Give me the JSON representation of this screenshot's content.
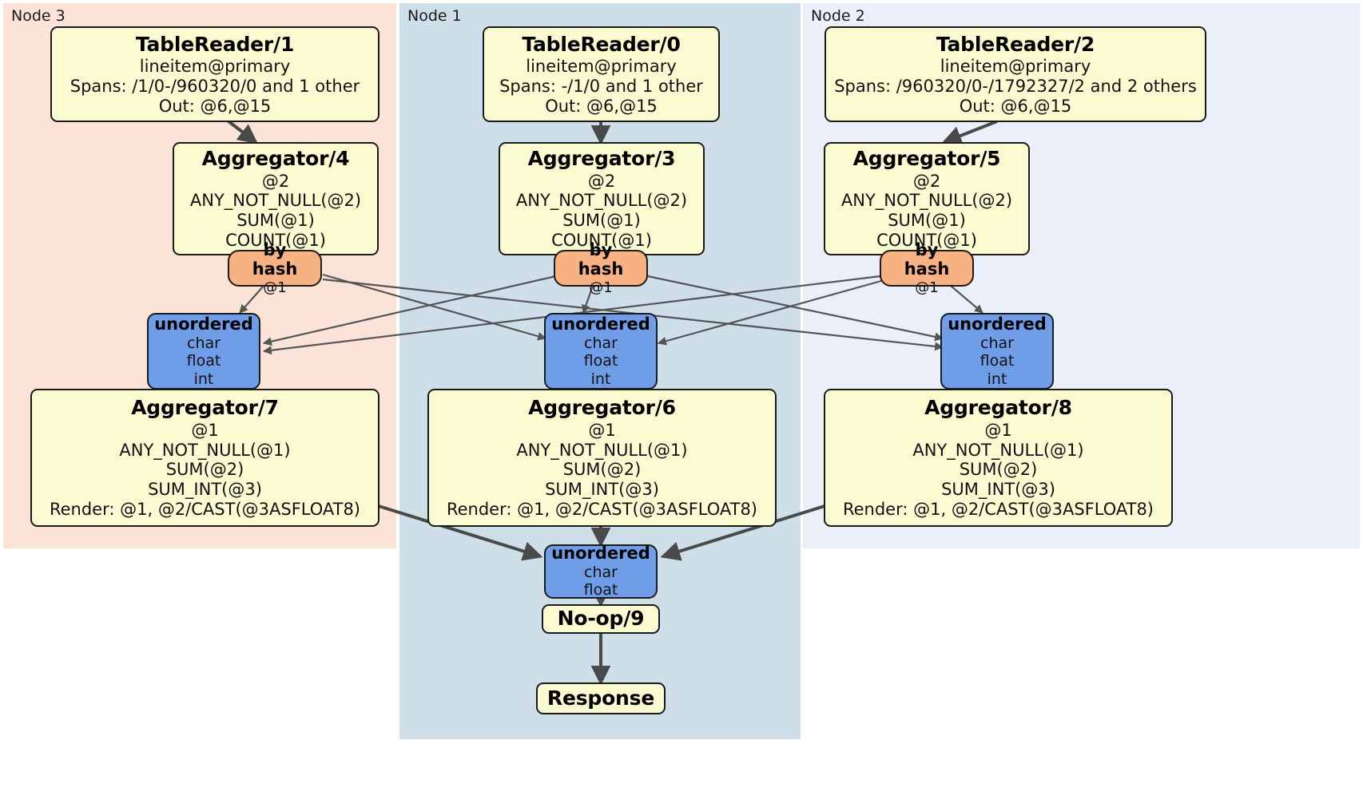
{
  "diagram": {
    "type": "distributed-query-plan",
    "colors": {
      "node3_panel": "#fbe3d8",
      "node1_panel": "#cfdfea",
      "node2_panel": "#eaeff9",
      "processor_fill": "#fbfbd2",
      "router_fill": "#f8b183",
      "synchronizer_fill": "#6f9de8",
      "edge_stroke": "#4a4a4a",
      "thin_edge_stroke": "#555555",
      "border": "#1b1b1b"
    }
  },
  "panels": [
    {
      "id": "node3",
      "label": "Node 3"
    },
    {
      "id": "node1",
      "label": "Node 1"
    },
    {
      "id": "node2",
      "label": "Node 2"
    }
  ],
  "nodes": {
    "tablereader_1": {
      "title": "TableReader/1",
      "lines": [
        "lineitem@primary",
        "Spans: /1/0-/960320/0 and 1 other",
        "Out: @6,@15"
      ]
    },
    "tablereader_0": {
      "title": "TableReader/0",
      "lines": [
        "lineitem@primary",
        "Spans: -/1/0 and 1 other",
        "Out: @6,@15"
      ]
    },
    "tablereader_2": {
      "title": "TableReader/2",
      "lines": [
        "lineitem@primary",
        "Spans: /960320/0-/1792327/2 and 2 others",
        "Out: @6,@15"
      ]
    },
    "aggregator_4": {
      "title": "Aggregator/4",
      "lines": [
        "@2",
        "ANY_NOT_NULL(@2)",
        "SUM(@1)",
        "COUNT(@1)"
      ]
    },
    "aggregator_3": {
      "title": "Aggregator/3",
      "lines": [
        "@2",
        "ANY_NOT_NULL(@2)",
        "SUM(@1)",
        "COUNT(@1)"
      ]
    },
    "aggregator_5": {
      "title": "Aggregator/5",
      "lines": [
        "@2",
        "ANY_NOT_NULL(@2)",
        "SUM(@1)",
        "COUNT(@1)"
      ]
    },
    "router_left": {
      "title": "by hash",
      "lines": [
        "@1"
      ]
    },
    "router_center": {
      "title": "by hash",
      "lines": [
        "@1"
      ]
    },
    "router_right": {
      "title": "by hash",
      "lines": [
        "@1"
      ]
    },
    "sync_left": {
      "title": "unordered",
      "lines": [
        "char",
        "float",
        "int"
      ]
    },
    "sync_center": {
      "title": "unordered",
      "lines": [
        "char",
        "float",
        "int"
      ]
    },
    "sync_right": {
      "title": "unordered",
      "lines": [
        "char",
        "float",
        "int"
      ]
    },
    "aggregator_7": {
      "title": "Aggregator/7",
      "lines": [
        "@1",
        "ANY_NOT_NULL(@1)",
        "SUM(@2)",
        "SUM_INT(@3)",
        "Render: @1, @2/CAST(@3ASFLOAT8)"
      ]
    },
    "aggregator_6": {
      "title": "Aggregator/6",
      "lines": [
        "@1",
        "ANY_NOT_NULL(@1)",
        "SUM(@2)",
        "SUM_INT(@3)",
        "Render: @1, @2/CAST(@3ASFLOAT8)"
      ]
    },
    "aggregator_8": {
      "title": "Aggregator/8",
      "lines": [
        "@1",
        "ANY_NOT_NULL(@1)",
        "SUM(@2)",
        "SUM_INT(@3)",
        "Render: @1, @2/CAST(@3ASFLOAT8)"
      ]
    },
    "sync_final": {
      "title": "unordered",
      "lines": [
        "char",
        "float"
      ]
    },
    "noop_9": {
      "title": "No-op/9",
      "lines": []
    },
    "response": {
      "title": "Response",
      "lines": []
    }
  }
}
